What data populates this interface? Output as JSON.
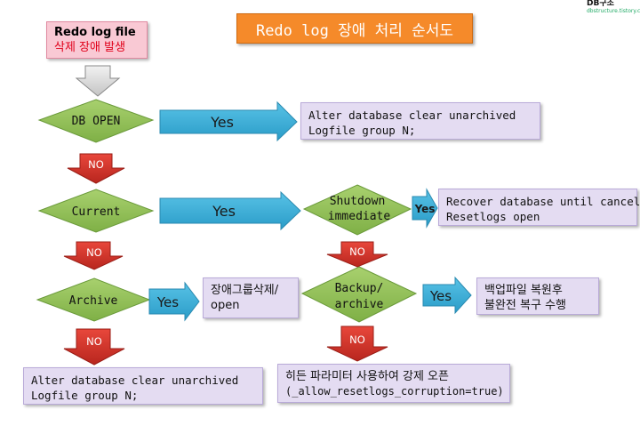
{
  "logo": {
    "line1": "DB구조",
    "line2": "dbstructure.tistory.com"
  },
  "title": "Redo log 장애 처리 순서도",
  "start": {
    "line1": "Redo log file",
    "line2": "삭제 장애 발생"
  },
  "decisions": {
    "db_open": "DB OPEN",
    "current": "Current",
    "archive": "Archive",
    "shutdown_line1": "Shutdown",
    "shutdown_line2": "immediate",
    "backup_line1": "Backup/",
    "backup_line2": "archive"
  },
  "arrows": {
    "yes": "Yes",
    "no": "NO"
  },
  "actions": {
    "clear_unarchived_line1": "Alter database clear unarchived",
    "clear_unarchived_line2": "Logfile group N;",
    "recover_line1": "Recover database until cancel",
    "recover_line2": "Resetlogs open",
    "drop_group_line1": "장애그룹삭제/",
    "drop_group_line2": "open",
    "restore_line1": "백업파일 복원후",
    "restore_line2": "불완전 복구 수행",
    "bottom_clear_line1": "Alter database clear unarchived",
    "bottom_clear_line2": "Logfile group N;",
    "hidden_param_line1": "히든 파라미터 사용하여 강제 오픈",
    "hidden_param_line2": "(_allow_resetlogs_corruption=true)"
  },
  "colors": {
    "title_bg": "#f58a2a",
    "diamond": "#92c15a",
    "yes_arrow": "#3aaed8",
    "no_arrow": "#d9342b",
    "action_box": "#e4dcf2",
    "start_box": "#f9c9d4"
  }
}
